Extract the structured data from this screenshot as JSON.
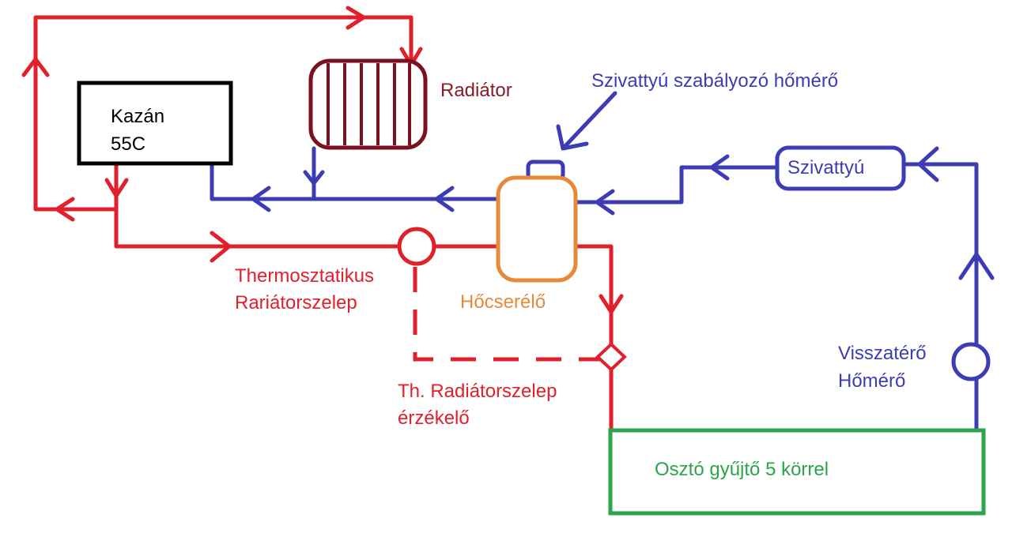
{
  "colors": {
    "hot": "#e0202a",
    "cold": "#3c3cb4",
    "exchanger": "#e8893a",
    "manifold": "#2aa54a",
    "radiator": "#7a1020",
    "boiler": "#000000"
  },
  "labels": {
    "boiler_line1": "Kazán",
    "boiler_line2": "55C",
    "radiator": "Radiátor",
    "pump_sensor": "Szivattyú szabályozó hőmérő",
    "pump": "Szivattyú",
    "valve_line1": "Thermosztatikus",
    "valve_line2": "Rariátorszelep",
    "exchanger": "Hőcserélő",
    "sensor_line1": "Th. Radiátorszelep",
    "sensor_line2": "érzékelő",
    "return_line1": "Visszatérő",
    "return_line2": "Hőmérő",
    "manifold": "Osztó gyűjtő 5 körrel"
  }
}
